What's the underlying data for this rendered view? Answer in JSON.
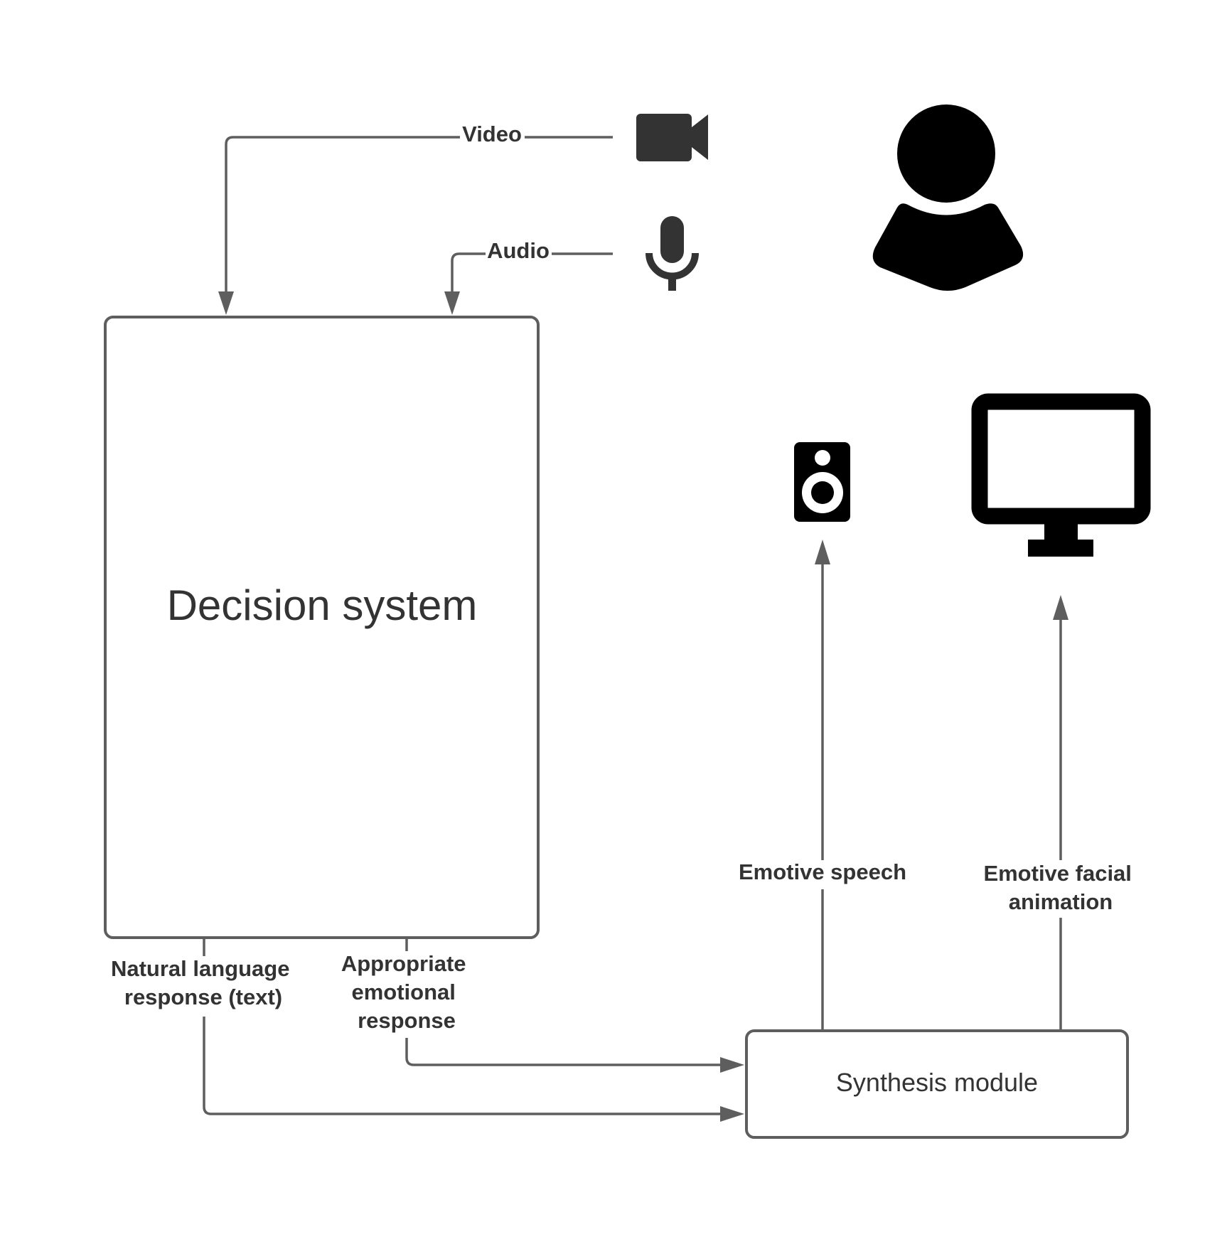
{
  "nodes": {
    "decision_system": {
      "label": "Decision system"
    },
    "synthesis_module": {
      "label": "Synthesis module"
    }
  },
  "inputs": {
    "video": {
      "label": "Video",
      "icon": "video-camera-icon"
    },
    "audio": {
      "label": "Audio",
      "icon": "microphone-icon"
    }
  },
  "outputs": {
    "natural_language": {
      "line1": "Natural language",
      "line2": "response (text)"
    },
    "emotional_response": {
      "line1": "Appropriate",
      "line2": "emotional",
      "line3": "response"
    },
    "emotive_speech": {
      "label": "Emotive speech",
      "icon": "speaker-icon"
    },
    "emotive_facial": {
      "line1": "Emotive facial",
      "line2": "animation",
      "icon": "monitor-icon"
    }
  },
  "user": {
    "icon": "user-icon"
  },
  "colors": {
    "line": "#5e5e5e",
    "text": "#333333",
    "icon_dark": "#333333",
    "icon_black": "#000000",
    "background": "#ffffff"
  }
}
